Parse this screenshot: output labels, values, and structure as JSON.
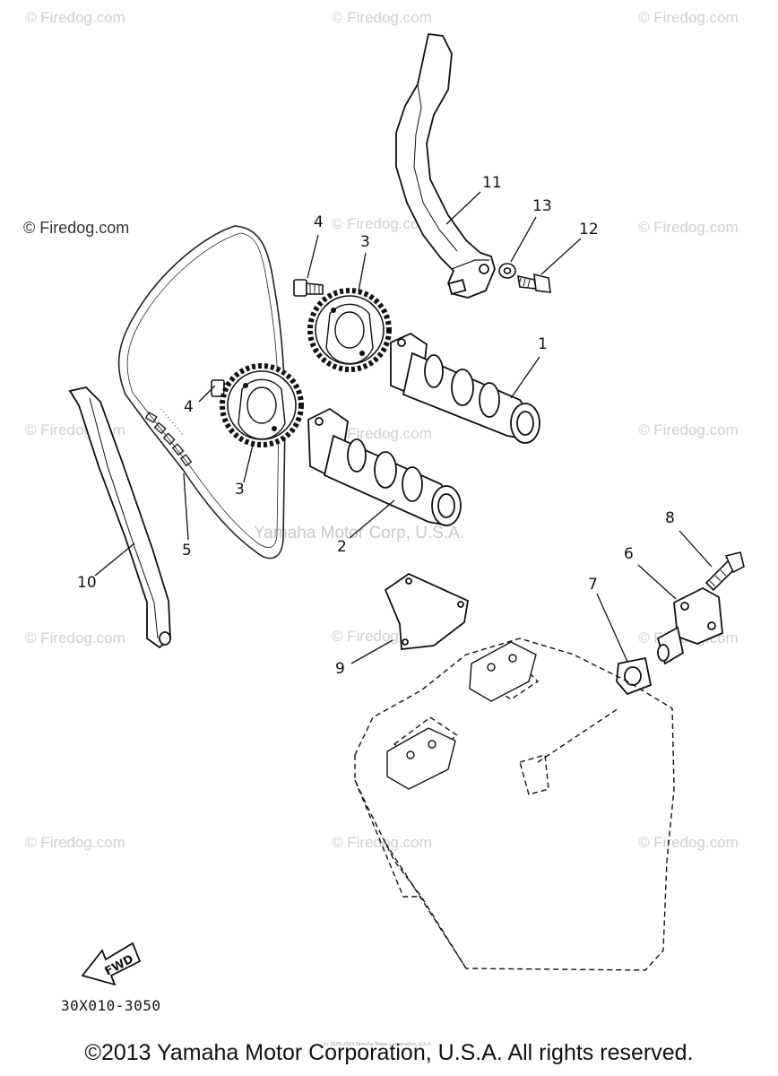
{
  "watermarks": {
    "site": "© Firedog.com",
    "site_dark": "© Firedog.com",
    "maker": "Yamaha Motor Corp, U.S.A."
  },
  "callouts": {
    "c1": "1",
    "c2": "2",
    "c3a": "3",
    "c3b": "3",
    "c4a": "4",
    "c4b": "4",
    "c5": "5",
    "c6": "6",
    "c7": "7",
    "c8": "8",
    "c9": "9",
    "c10": "10",
    "c11": "11",
    "c12": "12",
    "c13": "13"
  },
  "fwd_label": "FWD",
  "part_code": "30X010-3050",
  "copyright": "©2013 Yamaha Motor Corporation, U.S.A. All rights reserved.",
  "fine_print": "(c) 2009-2013 Yamaha Motor Corporation, U.S.A."
}
